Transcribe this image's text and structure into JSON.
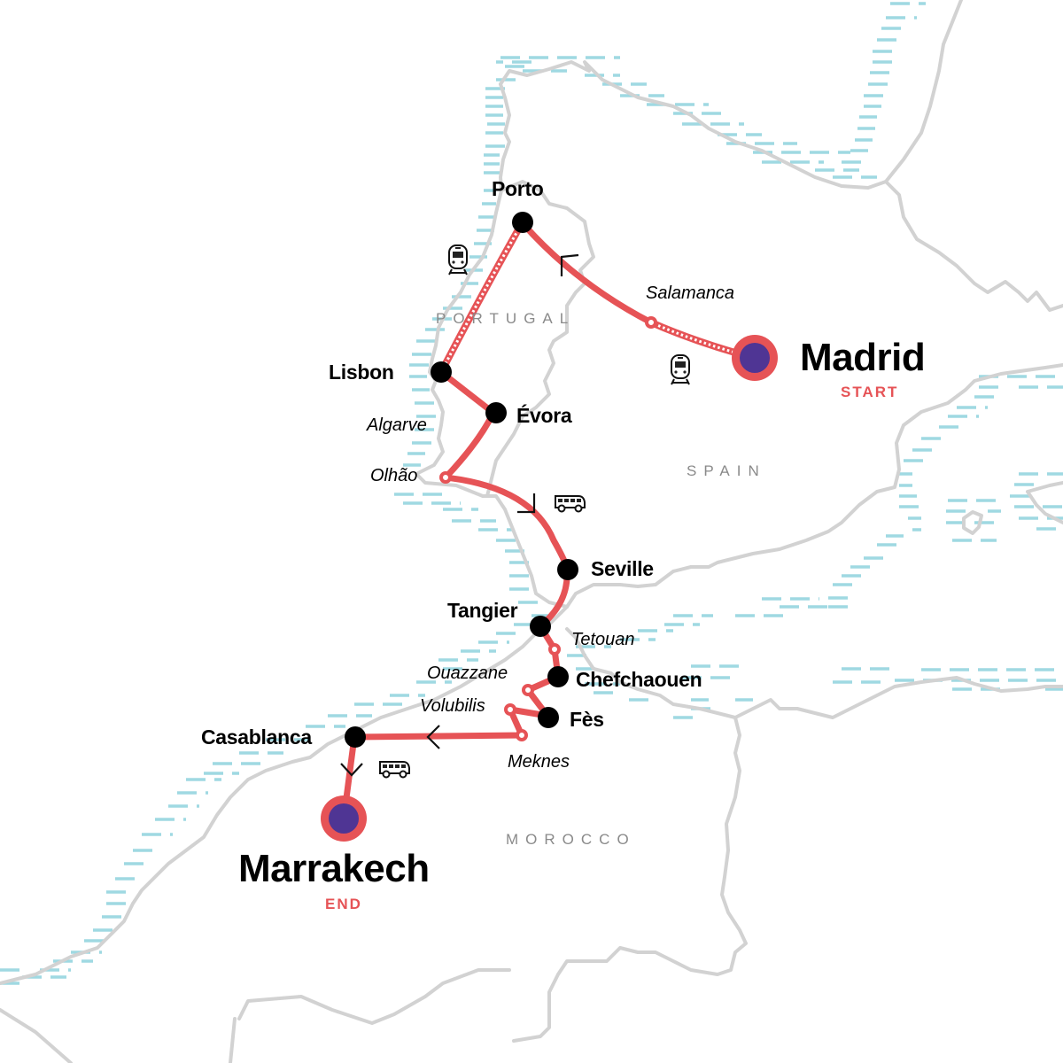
{
  "map": {
    "colors": {
      "route": "#e65356",
      "endpoint_core": "#4f3594",
      "border": "#d2d2d2",
      "sea_hatch": "#9fd9e2",
      "major_stop": "#000000",
      "country_label": "#8a8a8a"
    },
    "countries": [
      {
        "name": "PORTUGAL"
      },
      {
        "name": "SPAIN"
      },
      {
        "name": "MOROCCO"
      }
    ],
    "start": {
      "city": "Madrid",
      "tag": "START"
    },
    "end": {
      "city": "Marrakech",
      "tag": "END"
    },
    "major_stops": [
      {
        "name": "Porto"
      },
      {
        "name": "Lisbon"
      },
      {
        "name": "Évora"
      },
      {
        "name": "Seville"
      },
      {
        "name": "Tangier"
      },
      {
        "name": "Chefchaouen"
      },
      {
        "name": "Fès"
      },
      {
        "name": "Casablanca"
      }
    ],
    "minor_stops": [
      {
        "name": "Salamanca"
      },
      {
        "name": "Algarve"
      },
      {
        "name": "Olhão"
      },
      {
        "name": "Tetouan"
      },
      {
        "name": "Ouazzane"
      },
      {
        "name": "Volubilis"
      },
      {
        "name": "Meknes"
      }
    ],
    "transport_icons": [
      {
        "type": "train-icon",
        "segment": "Madrid-Salamanca"
      },
      {
        "type": "train-icon",
        "segment": "Porto-Lisbon"
      },
      {
        "type": "bus-icon",
        "segment": "Olhão-Seville"
      },
      {
        "type": "bus-icon",
        "segment": "Casablanca-Marrakech"
      }
    ]
  }
}
